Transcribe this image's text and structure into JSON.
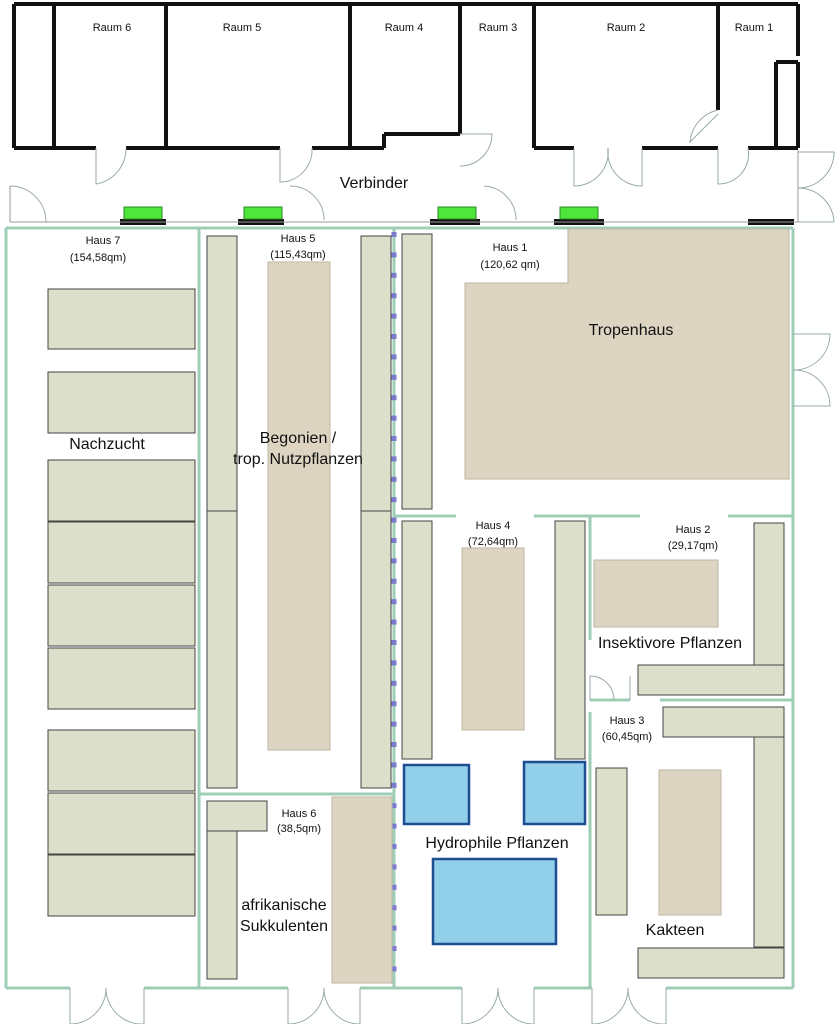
{
  "rooms": [
    {
      "id": "raum6",
      "label": "Raum 6"
    },
    {
      "id": "raum5",
      "label": "Raum 5"
    },
    {
      "id": "raum4",
      "label": "Raum 4"
    },
    {
      "id": "raum3",
      "label": "Raum 3"
    },
    {
      "id": "raum2",
      "label": "Raum 2"
    },
    {
      "id": "raum1",
      "label": "Raum 1"
    }
  ],
  "corridor": {
    "label": "Verbinder"
  },
  "houses": [
    {
      "id": "haus7",
      "name": "Haus 7",
      "area": "(154,58qm)",
      "theme": "Nachzucht"
    },
    {
      "id": "haus5",
      "name": "Haus 5",
      "area": "(115,43qm)",
      "theme_line1": "Begonien /",
      "theme_line2": "trop. Nutzpflanzen"
    },
    {
      "id": "haus1",
      "name": "Haus 1",
      "area": "(120,62 qm)",
      "theme": "Tropenhaus"
    },
    {
      "id": "haus4",
      "name": "Haus 4",
      "area": "(72,64qm)",
      "theme": "Hydrophile Pflanzen"
    },
    {
      "id": "haus2",
      "name": "Haus 2",
      "area": "(29,17qm)",
      "theme": "Insektivore Pflanzen"
    },
    {
      "id": "haus3",
      "name": "Haus 3",
      "area": "(60,45qm)",
      "theme": "Kakteen"
    },
    {
      "id": "haus6",
      "name": "Haus 6",
      "area": "(38,5qm)",
      "theme_line1": "afrikanische",
      "theme_line2": "Sukkulenten"
    }
  ],
  "colors": {
    "bench": "#dcdfca",
    "bed": "#ddd5c2",
    "pool": "#92cfe8",
    "pool_border": "#1d4e92",
    "glass_wall": "#9ecfb6",
    "vent": "#4ee63a"
  }
}
